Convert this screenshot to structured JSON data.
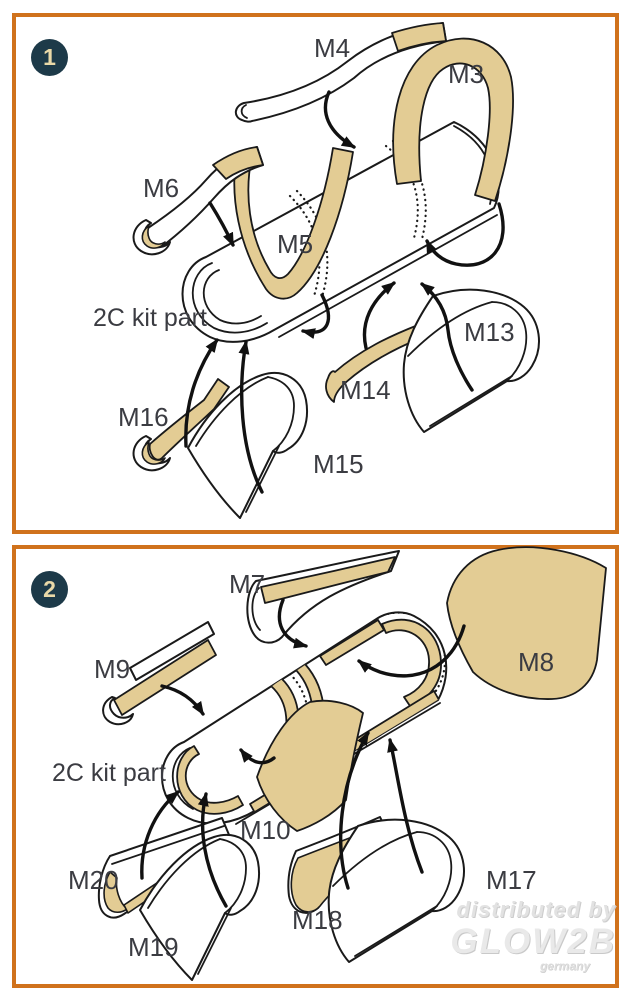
{
  "colors": {
    "tan": "#e3cc94",
    "border": "#d0721c",
    "badge": "#1d3a49",
    "badgeText": "#ead9a8",
    "label": "#3b3c42"
  },
  "panel1": {
    "step_number": "1",
    "kit_part_label": "2C kit part",
    "labels": {
      "m3": "M3",
      "m4": "M4",
      "m5": "M5",
      "m6": "M6",
      "m13": "M13",
      "m14": "M14",
      "m15": "M15",
      "m16": "M16"
    }
  },
  "panel2": {
    "step_number": "2",
    "kit_part_label": "2C kit part",
    "labels": {
      "m7": "M7",
      "m8": "M8",
      "m9": "M9",
      "m10": "M10",
      "m17": "M17",
      "m18": "M18",
      "m19": "M19",
      "m20": "M20"
    }
  },
  "watermark": {
    "distributed_by": "distributed by",
    "brand": "GLOW2B",
    "country": "germany"
  }
}
